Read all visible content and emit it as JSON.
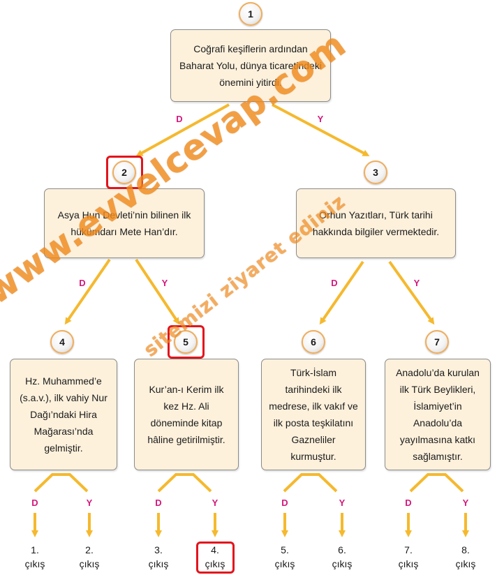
{
  "nodes": [
    {
      "id": "1",
      "text": "Coğrafi keşiflerin ardından Baharat Yolu, dünya ticaretindeki önemini yitirdi."
    },
    {
      "id": "2",
      "text": "Asya Hun Devleti’nin bilinen ilk hükümdarı Mete Han’dır."
    },
    {
      "id": "3",
      "text": "Orhun Yazıtları, Türk tarihi hakkında bilgiler vermektedir."
    },
    {
      "id": "4",
      "text": "Hz. Muhammed’e (s.a.v.), ilk vahiy Nur Dağı’ndaki Hira Mağarası’nda gelmiştir."
    },
    {
      "id": "5",
      "text": "Kur’an-ı Kerim ilk kez Hz. Ali döneminde kitap hâline getirilmiştir."
    },
    {
      "id": "6",
      "text": "Türk-İslam tarihindeki ilk medrese, ilk vakıf ve ilk posta teşkilatını Gazneliler kurmuştur."
    },
    {
      "id": "7",
      "text": "Anadolu’da kurulan ilk Türk Beylikleri, İslamiyet’in Anadolu’da yayılmasına katkı sağlamıştır."
    }
  ],
  "labels": {
    "false": "D",
    "true": "Y"
  },
  "exits": [
    {
      "num": "1.",
      "word": "çıkış"
    },
    {
      "num": "2.",
      "word": "çıkış"
    },
    {
      "num": "3.",
      "word": "çıkış"
    },
    {
      "num": "4.",
      "word": "çıkış"
    },
    {
      "num": "5.",
      "word": "çıkış"
    },
    {
      "num": "6.",
      "word": "çıkış"
    },
    {
      "num": "7.",
      "word": "çıkış"
    },
    {
      "num": "8.",
      "word": "çıkış"
    }
  ],
  "highlighted": [
    "2",
    "5",
    "exit-4"
  ],
  "watermark": {
    "main": "www.evvelcevap.com",
    "sub": "sitemizi ziyaret ediniz"
  },
  "colors": {
    "arrow": "#f5b92e",
    "box_fill": "#fdf1dc",
    "label": "#d4187c",
    "highlight": "#e2141c",
    "watermark": "#f08a1c"
  }
}
